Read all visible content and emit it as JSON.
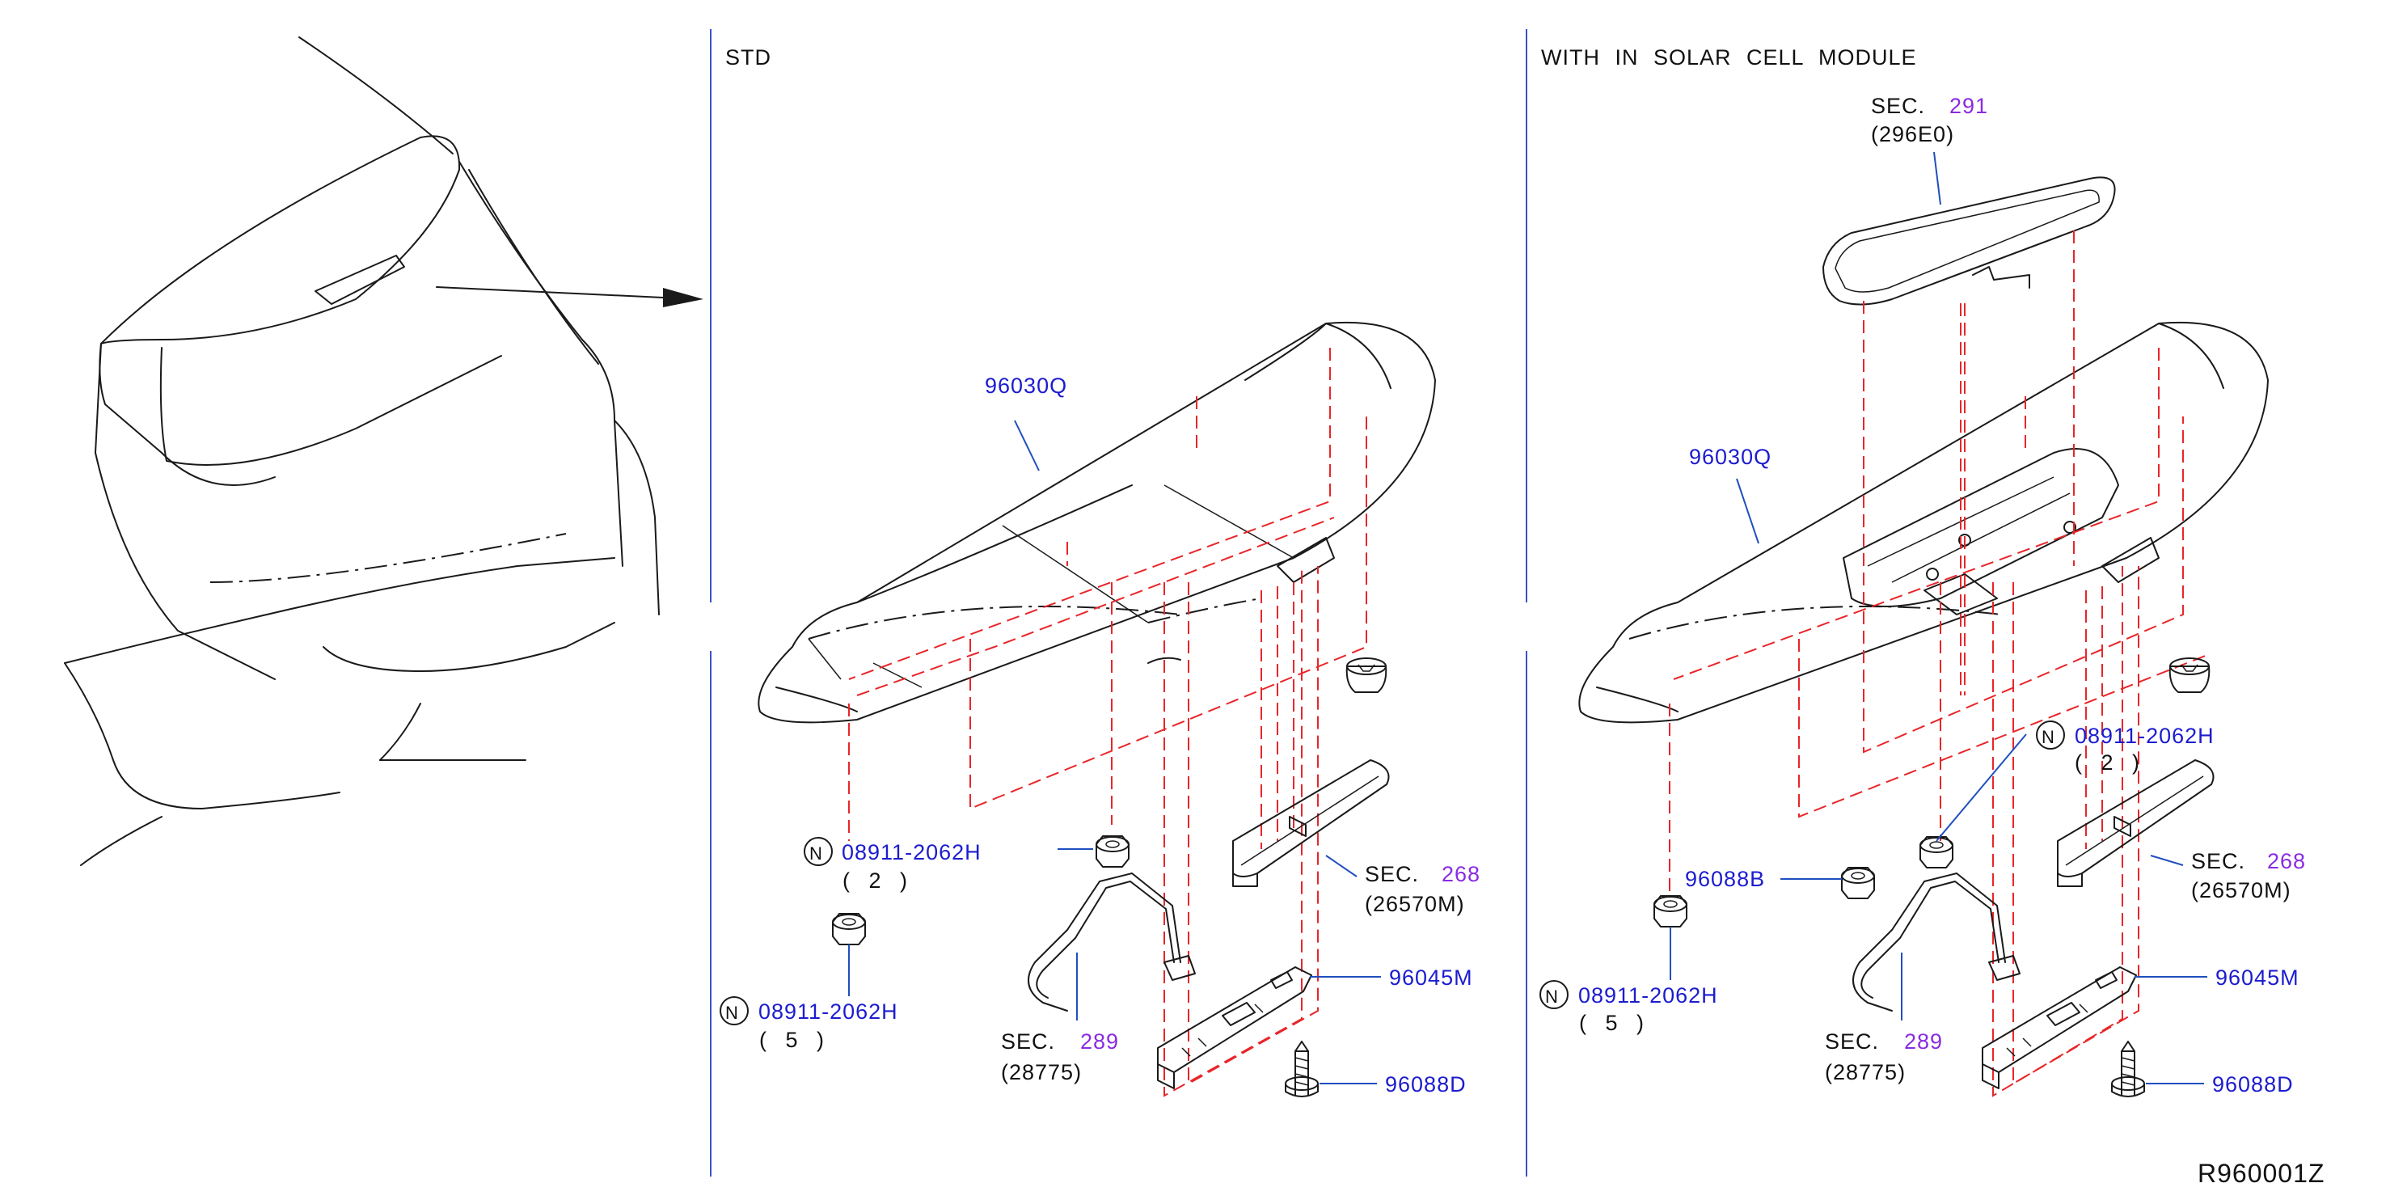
{
  "sections": {
    "std": "STD",
    "solar": "WITH IN SOLAR CELL MODULE"
  },
  "std": {
    "spoiler": "96030Q",
    "nut_upper_n": "N",
    "nut_upper_part": "08911-2062H",
    "nut_upper_qty": "( 2 )",
    "nut_lower_n": "N",
    "nut_lower_part": "08911-2062H",
    "nut_lower_qty": "( 5 )",
    "lamp_sec": "SEC.",
    "lamp_sec_num": "268",
    "lamp_code": "(26570M)",
    "harness_sec": "SEC.",
    "harness_sec_num": "289",
    "harness_code": "(28775)",
    "bracket": "96045M",
    "screw": "96088D"
  },
  "solar": {
    "module_sec": "SEC.",
    "module_sec_num": "291",
    "module_code": "(296E0)",
    "spoiler": "96030Q",
    "nut_upper_n": "N",
    "nut_upper_part": "08911-2062H",
    "nut_upper_qty": "( 2 )",
    "grommet": "96088B",
    "nut_lower_n": "N",
    "nut_lower_part": "08911-2062H",
    "nut_lower_qty": "( 5 )",
    "lamp_sec": "SEC.",
    "lamp_sec_num": "268",
    "lamp_code": "(26570M)",
    "harness_sec": "SEC.",
    "harness_sec_num": "289",
    "harness_code": "(28775)",
    "bracket": "96045M",
    "screw": "96088D"
  },
  "figure_code": "R960001Z",
  "colors": {
    "part_number": "#1c1ccf",
    "section_ref": "#8a2be2",
    "assembly_line": "#e8262a",
    "divider": "#3a52c8",
    "leader": "#1f4fbf"
  }
}
